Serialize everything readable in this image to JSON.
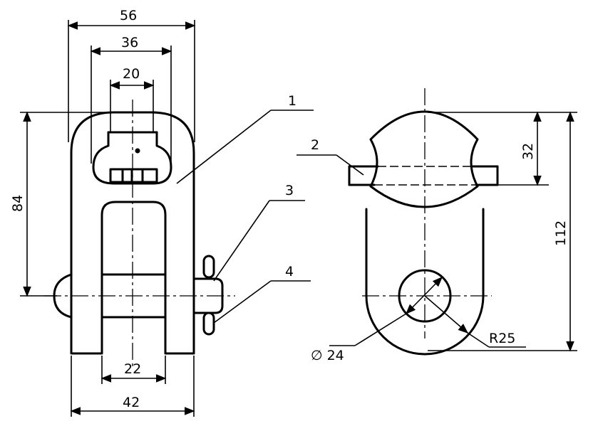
{
  "drawing": {
    "front_view": {
      "dims": {
        "overall_width": "56",
        "inner_width": "36",
        "slot_width": "20",
        "height": "84",
        "bottom_gap": "22",
        "base_width": "42"
      }
    },
    "side_view": {
      "dims": {
        "top": "32",
        "height": "112",
        "radius": "R25",
        "hole": "∅ 24"
      }
    },
    "callouts": [
      "1",
      "2",
      "3",
      "4"
    ]
  }
}
